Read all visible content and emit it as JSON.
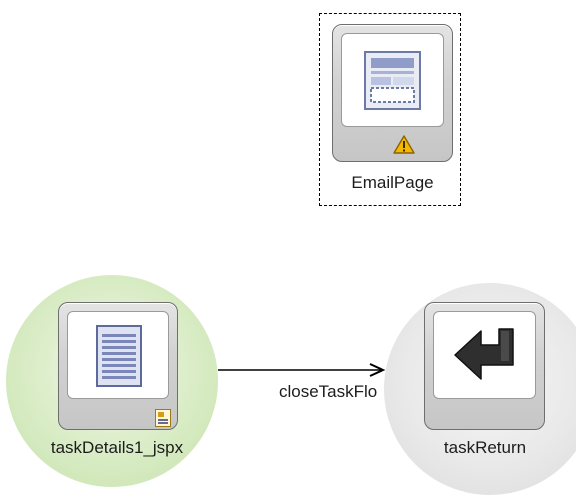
{
  "nodes": {
    "email_page": {
      "label": "EmailPage",
      "icon": "view-page-icon",
      "status_icon": "warning-icon",
      "selected": true
    },
    "task_details": {
      "label": "taskDetails1_jspx",
      "icon": "document-page-icon",
      "status_icon": "page-definition-badge-icon"
    },
    "task_return": {
      "label": "taskReturn",
      "icon": "return-arrow-icon"
    }
  },
  "edges": [
    {
      "from": "taskDetails1_jspx",
      "to": "taskReturn",
      "label": "closeTaskFlo"
    }
  ],
  "colors": {
    "halo_green": "#cfe7b6",
    "halo_gray": "#e6e6e6",
    "warning": "#f5b800"
  }
}
